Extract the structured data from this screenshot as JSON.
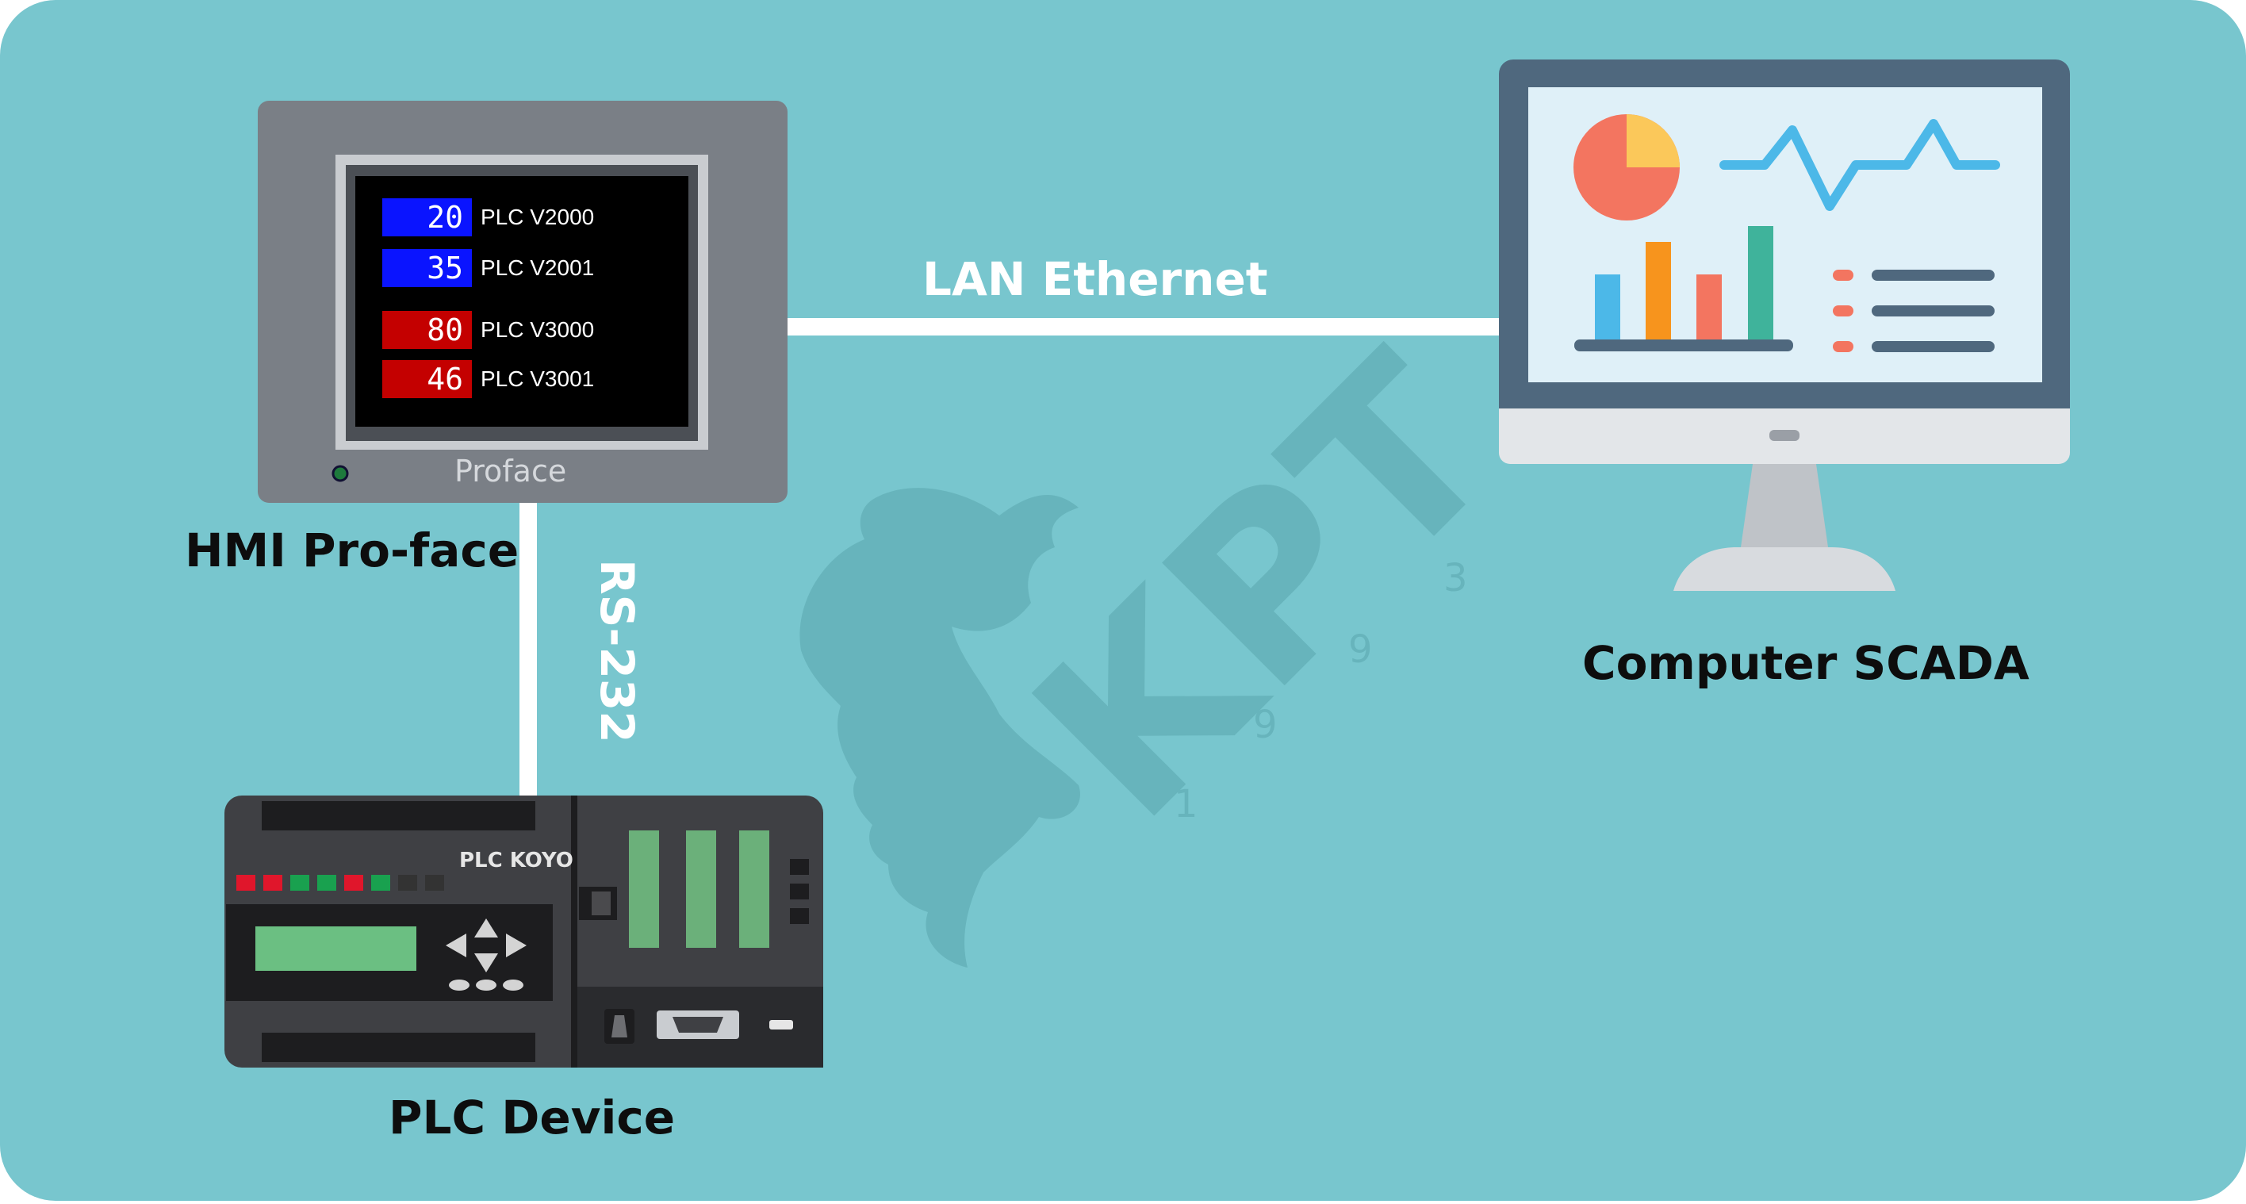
{
  "diagram": {
    "background_color": "#78c6ce",
    "hmi": {
      "label": "HMI Pro-face",
      "brand": "Proface",
      "rows": [
        {
          "value": "20",
          "tag": "PLC V2000",
          "color": "#0a14ff"
        },
        {
          "value": "35",
          "tag": "PLC V2001",
          "color": "#0a14ff"
        },
        {
          "value": "80",
          "tag": "PLC V3000",
          "color": "#c40000"
        },
        {
          "value": "46",
          "tag": "PLC V3001",
          "color": "#c40000"
        }
      ]
    },
    "plc": {
      "label": "PLC Device",
      "brand": "PLC KOYO",
      "led_colors": [
        "#e0162b",
        "#e0162b",
        "#19a14f",
        "#19a14f",
        "#e0162b",
        "#19a14f",
        "#333333",
        "#333333"
      ]
    },
    "computer": {
      "label": "Computer SCADA"
    },
    "links": {
      "lan": "LAN Ethernet",
      "serial": "RS-232"
    },
    "watermark": {
      "text": "KPT",
      "digits": [
        "1",
        "9",
        "9",
        "3"
      ]
    }
  }
}
